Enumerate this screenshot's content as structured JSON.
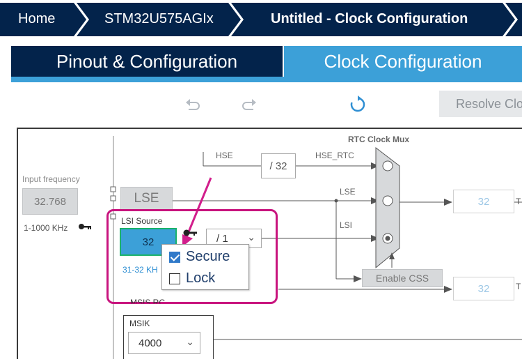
{
  "breadcrumb": {
    "home": "Home",
    "device": "STM32U575AGIx",
    "project": "Untitled - Clock Configuration"
  },
  "tabs": {
    "pinout": "Pinout & Configuration",
    "clock": "Clock Configuration"
  },
  "toolbar": {
    "undo_icon": "undo-icon",
    "redo_icon": "redo-icon",
    "refresh_icon": "refresh-icon",
    "resolve_label": "Resolve Clo"
  },
  "diagram": {
    "input_frequency_label": "Input frequency",
    "input_frequency_value": "32.768",
    "input_range": "1-1000 KHz",
    "lse_label": "LSE",
    "lsi_source_label": "LSI Source",
    "lsi_value": "32",
    "lsi_range": "31-32 KH",
    "lsi_divider": "/ 1",
    "hse_label": "HSE",
    "hse_divider": "/ 32",
    "hse_rtc_label": "HSE_RTC",
    "lse_line_label": "LSE",
    "lsi_line_label": "LSI",
    "rtc_mux_label": "RTC Clock Mux",
    "enable_css_label": "Enable CSS",
    "rtc_output": "32",
    "lcd_output": "32",
    "output_suffix_1": "T",
    "output_suffix_2": "T",
    "msis_rc_label": "MSIS RC",
    "msik_label": "MSIK",
    "msik_value": "4000"
  },
  "popup": {
    "secure_label": "Secure",
    "secure_checked": true,
    "lock_label": "Lock",
    "lock_checked": false
  },
  "colors": {
    "navy": "#03234b",
    "accent_blue": "#3ca0d8",
    "highlight": "#c8147e"
  }
}
